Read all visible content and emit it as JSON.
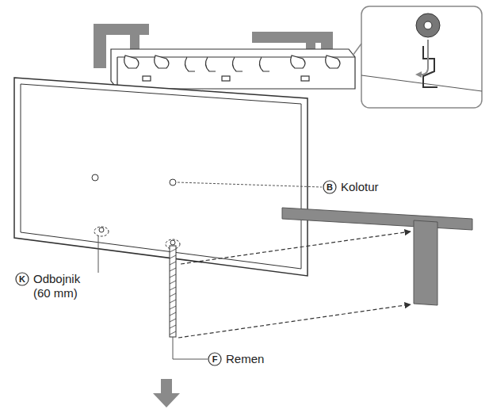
{
  "diagram": {
    "labels": [
      "B",
      "Kolotur",
      "K",
      "Odbojnik (60 mm)",
      "F",
      "Remen"
    ]
  }
}
